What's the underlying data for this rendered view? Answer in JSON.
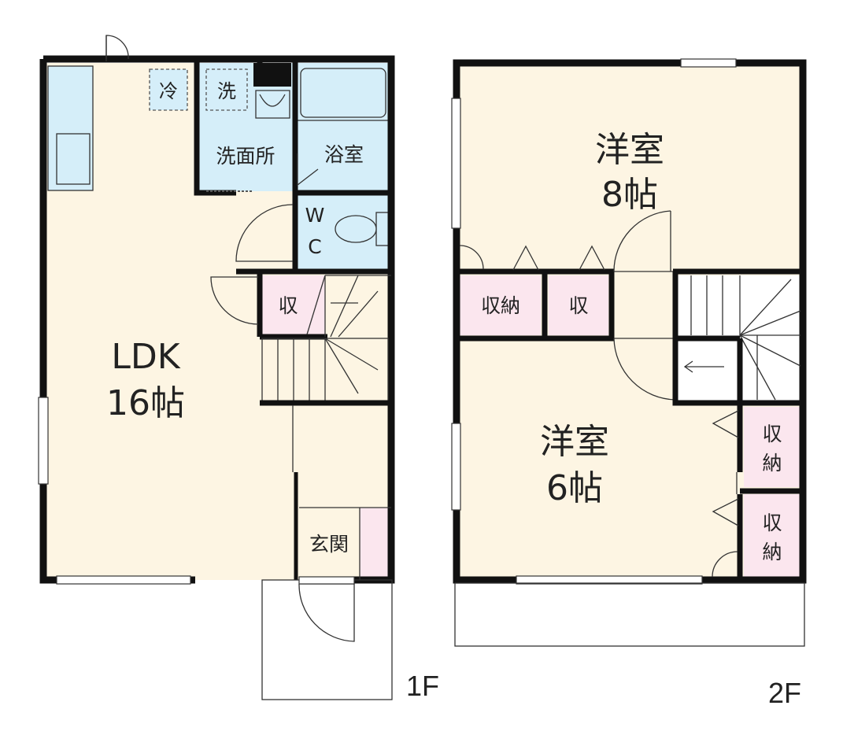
{
  "colors": {
    "living": "#fdf5e3",
    "wet": "#d5eef9",
    "storage": "#fbe6ee",
    "wall": "#111111",
    "line": "#333333"
  },
  "floor1": {
    "label": "1F",
    "ldk": {
      "name": "LDK",
      "size": "16帖"
    },
    "fridge": "冷",
    "washer": "洗",
    "washroom": "洗面所",
    "bath": "浴室",
    "wc_w": "W",
    "wc_c": "C",
    "storage": "収",
    "entrance": "玄関"
  },
  "floor2": {
    "label": "2F",
    "room8": {
      "name": "洋室",
      "size": "8帖"
    },
    "room6": {
      "name": "洋室",
      "size": "6帖"
    },
    "storage_a": "収納",
    "storage_b": "収",
    "closet_top": [
      "収",
      "納"
    ],
    "closet_bottom": [
      "収",
      "納"
    ]
  }
}
